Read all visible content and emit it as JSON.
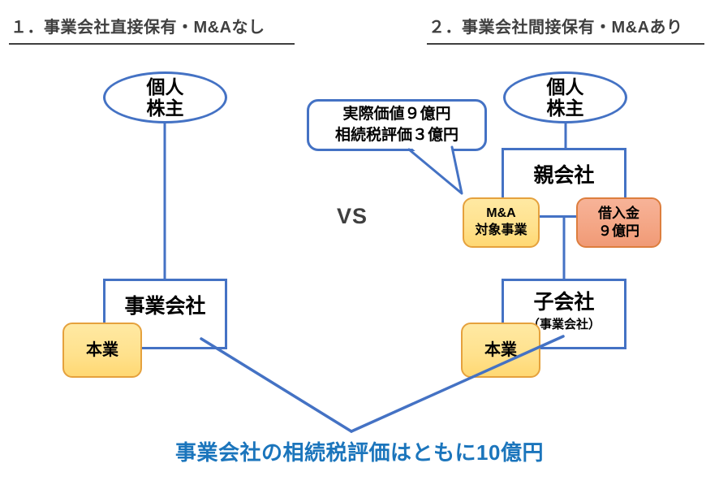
{
  "sections": {
    "left_title": "１．事業会社直接保有・M&Aなし",
    "right_title": "２．事業会社間接保有・M&Aあり"
  },
  "left": {
    "shareholder_line1": "個人",
    "shareholder_line2": "株主",
    "company": "事業会社",
    "core_business": "本業"
  },
  "right": {
    "shareholder_line1": "個人",
    "shareholder_line2": "株主",
    "parent_company": "親会社",
    "mna_line1": "M&A",
    "mna_line2": "対象事業",
    "loan_line1": "借入金",
    "loan_line2": "９億円",
    "subsidiary_line1": "子会社",
    "subsidiary_line2": "（事業会社）",
    "core_business": "本業",
    "bubble_line1": "実際価値９億円",
    "bubble_line2": "相続税評価３億円"
  },
  "center": {
    "vs": "VS"
  },
  "footer": {
    "conclusion": "事業会社の相続税評価はともに10億円"
  },
  "colors": {
    "blue": "#4472C4",
    "yellow_fill": "#FFE18C",
    "yellow_border": "#E5A13D",
    "salmon_fill": "#F4A584",
    "salmon_border": "#DD7E3E",
    "footer_blue": "#1B75BC",
    "heading_gray": "#3F3F3F"
  }
}
